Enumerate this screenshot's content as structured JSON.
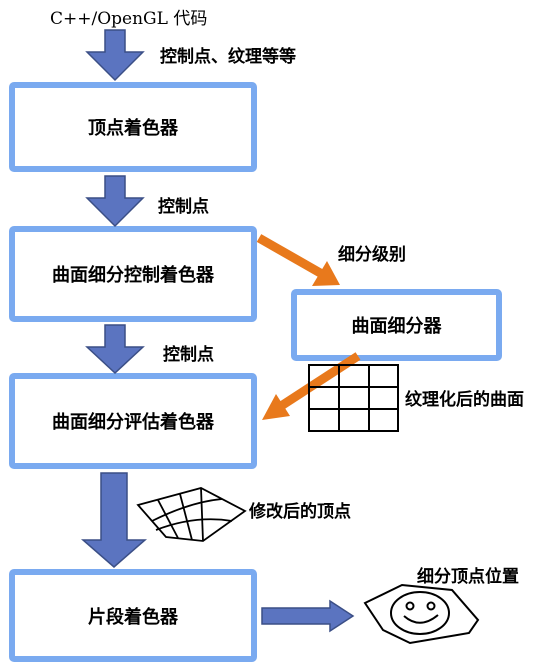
{
  "top_label": "C++/OpenGL 代码",
  "edge_labels": {
    "to_vertex": "控制点、纹理等等",
    "vertex_to_tcs": "控制点",
    "tcs_to_tes": "控制点",
    "tess_level": "细分级别",
    "tessellated_surface": "纹理化后的曲面",
    "modified_vertices": "修改后的顶点",
    "tess_vertex_positions": "细分顶点位置"
  },
  "boxes": {
    "vertex_shader": "顶点着色器",
    "tcs": "曲面细分控制着色器",
    "tessellator": "曲面细分器",
    "tes": "曲面细分评估着色器",
    "fragment_shader": "片段着色器"
  },
  "colors": {
    "box_border": "#7aaaf0",
    "down_arrow_fill": "#5b74c0",
    "down_arrow_stroke": "#3b4f86",
    "orange_arrow": "#e8791c",
    "right_arrow_fill": "#5b74c0"
  }
}
